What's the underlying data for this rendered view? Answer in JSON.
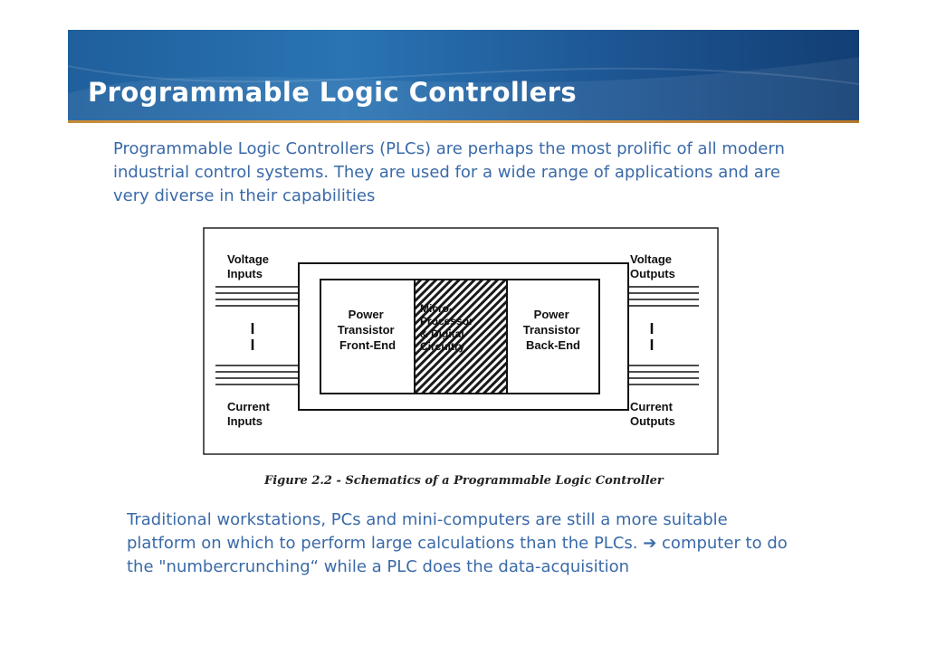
{
  "slide": {
    "title": "Programmable Logic Controllers",
    "intro": "Programmable Logic Controllers (PLCs) are perhaps the most prolific of all modern industrial control systems. They are used for a wide range of applications and are very diverse in their capabilities",
    "outro": "Traditional workstations, PCs and mini-computers are still a more suitable platform on which to perform large calculations than the PLCs. ➔ computer to do the \"numbercrunching“ while a PLC does the data-acquisition"
  },
  "figure": {
    "caption": "Figure 2.2 - Schematics of a Programmable Logic Controller",
    "voltage_inputs": [
      "Voltage",
      "Inputs"
    ],
    "voltage_outputs": [
      "Voltage",
      "Outputs"
    ],
    "current_inputs": [
      "Current",
      "Inputs"
    ],
    "current_outputs": [
      "Current",
      "Outputs"
    ],
    "front_end": [
      "Power",
      "Transistor",
      "Front-End"
    ],
    "back_end": [
      "Power",
      "Transistor",
      "Back-End"
    ],
    "middle": [
      "Micro-",
      "Processor",
      "& Digital",
      "Circuitry"
    ]
  },
  "colors": {
    "header_blue": "#1f5f9c",
    "accent_orange": "#c68a3a",
    "body_text": "#3a6aa8"
  }
}
